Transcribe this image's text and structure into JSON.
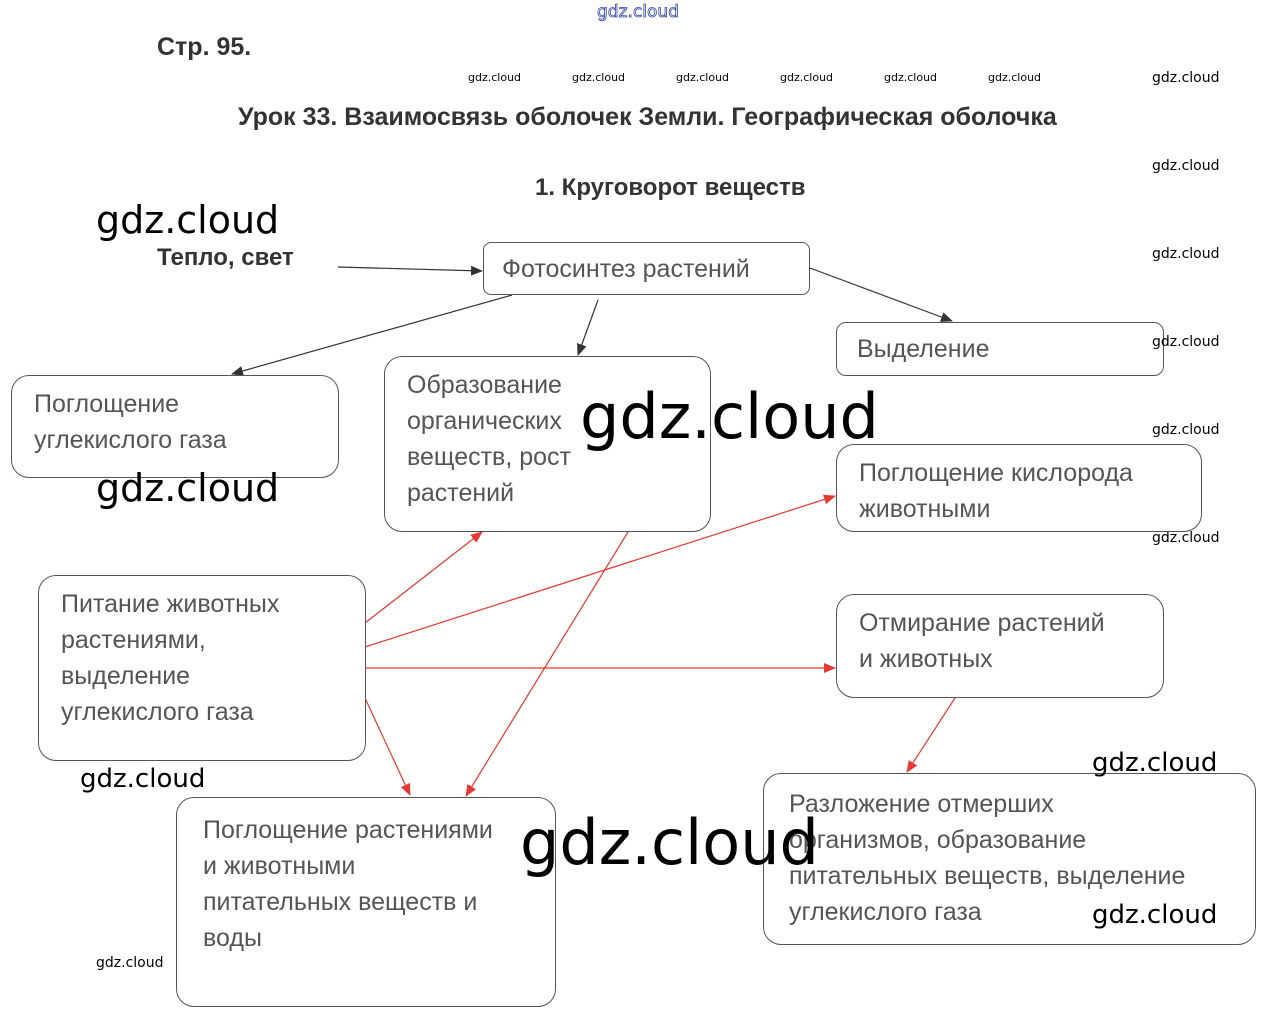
{
  "header": {
    "page": "Стр. 95.",
    "lesson_title": "Урок 33. Взаимосвязь оболочек Земли. Географическая оболочка",
    "task_title": "1. Круговорот веществ"
  },
  "diagram": {
    "input_label": "Тепло, свет",
    "nodes": {
      "photosynthesis": "Фотосинтез растений",
      "release": "Выделение",
      "co2_absorption": "Поглощение\nуглекислого газа",
      "organic_formation": "Образование\nорганических\nвеществ, рост\nрастений",
      "oxygen_absorption": "Поглощение кислорода\nживотными",
      "animal_feeding": "Питание животных\nрастениями,\nвыделение\nуглекислого газа",
      "dying": "Отмирание растений\nи животных",
      "decomposition": "Разложение отмерших\nорганизмов, образование\nпитательных веществ, выделение\nуглекислого газа",
      "nutrient_absorption": "Поглощение растениями\nи животными\nпитательных веществ и\nводы"
    },
    "edge_colors": {
      "primary": "#333333",
      "secondary": "#e53935"
    }
  },
  "watermarks": {
    "text": "gdz.cloud"
  }
}
